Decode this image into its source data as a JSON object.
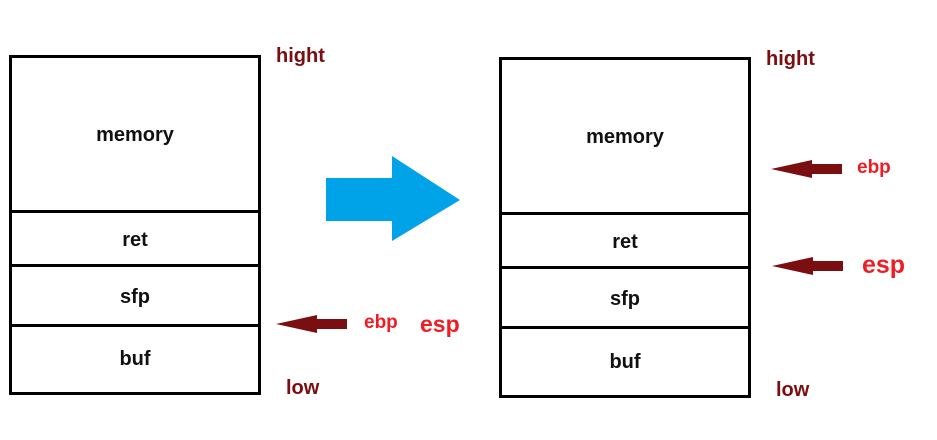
{
  "colors": {
    "box_border": "#000000",
    "arrow_blue": "#00a2e8",
    "arrow_dark_red": "#7a0e10",
    "label_dark_red": "#7a0e10",
    "label_red": "#ee1d23"
  },
  "left_stack": {
    "cells": [
      "memory",
      "ret",
      "sfp",
      "buf"
    ],
    "high_label": "hight",
    "low_label": "low",
    "pointer": {
      "ebp_label": "ebp",
      "esp_label": "esp"
    }
  },
  "transition_arrow": {
    "icon": "right-arrow-icon"
  },
  "right_stack": {
    "cells": [
      "memory",
      "ret",
      "sfp",
      "buf"
    ],
    "high_label": "hight",
    "low_label": "low",
    "ebp_pointer": {
      "label": "ebp"
    },
    "esp_pointer": {
      "label": "esp"
    }
  }
}
